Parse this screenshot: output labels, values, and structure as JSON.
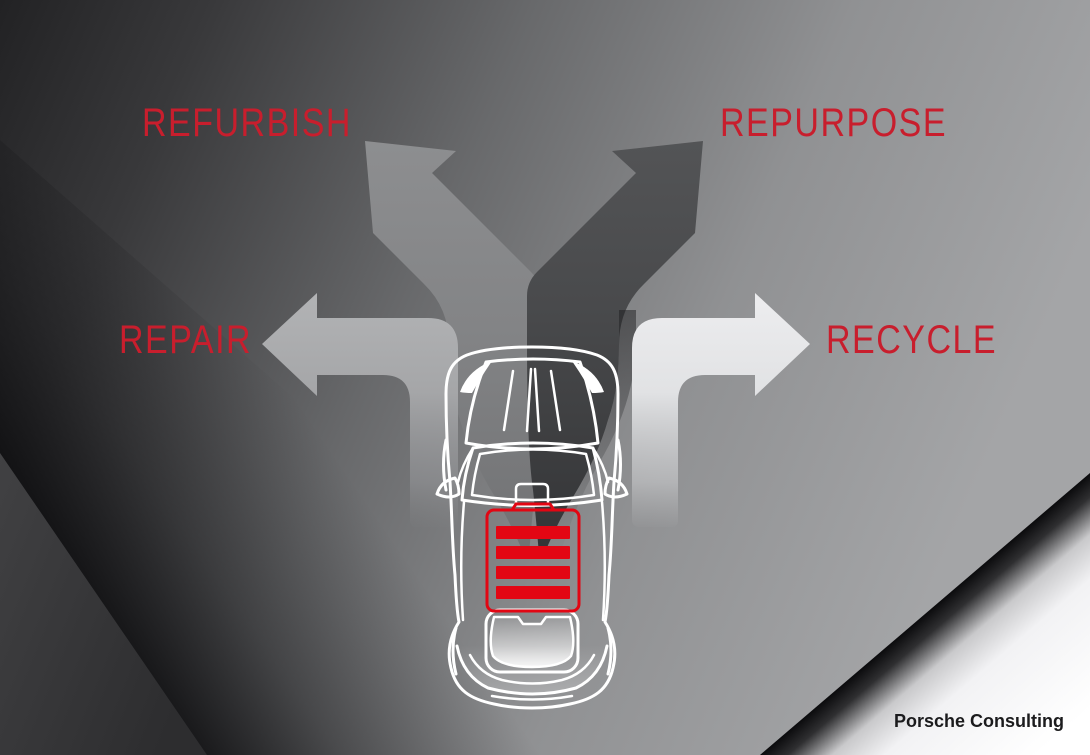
{
  "diagram": {
    "type": "ev-battery-second-life-options",
    "subject": "electric-car-with-battery-top-view",
    "battery_cells": 4,
    "options": [
      {
        "label": "REFURBISH",
        "direction": "up-left",
        "arrow_color": "#87888a"
      },
      {
        "label": "REPURPOSE",
        "direction": "up-right",
        "arrow_color": "#4b4c4e"
      },
      {
        "label": "REPAIR",
        "direction": "left",
        "arrow_color": "#a7a8aa"
      },
      {
        "label": "RECYCLE",
        "direction": "right",
        "arrow_color": "#e4e5e7"
      }
    ]
  },
  "colors": {
    "label_red": "#c81e2d",
    "battery_red": "#e30613",
    "battery_outline_red": "#e20613",
    "car_outline": "#ffffff",
    "background_dark": "#242426",
    "background_light": "#a3a4a6",
    "corner_white": "#ffffff"
  },
  "footer": {
    "brand": "Porsche Consulting"
  }
}
